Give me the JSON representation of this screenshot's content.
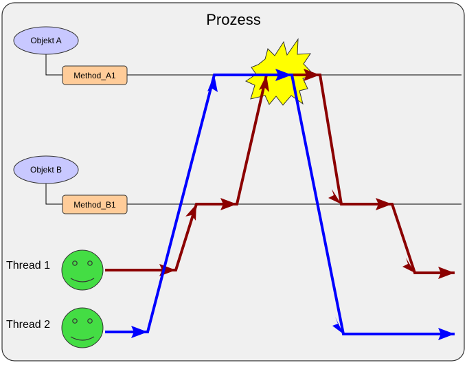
{
  "title": "Prozess",
  "objects": {
    "a": {
      "label": "Objekt A",
      "method": "Method_A1"
    },
    "b": {
      "label": "Objekt B",
      "method": "Method_B1"
    }
  },
  "threads": {
    "t1": {
      "label": "Thread 1",
      "color": "#8b0000"
    },
    "t2": {
      "label": "Thread 2",
      "color": "#0000ff"
    }
  },
  "colors": {
    "background": "#f0f0f0",
    "object_fill": "#c8c8ff",
    "method_fill": "#ffcc99",
    "smiley_fill": "#44dd44",
    "collision_fill": "#ffff00"
  },
  "icons": {
    "thread_icon": "smiley-icon",
    "collision_icon": "collision-burst-icon"
  }
}
